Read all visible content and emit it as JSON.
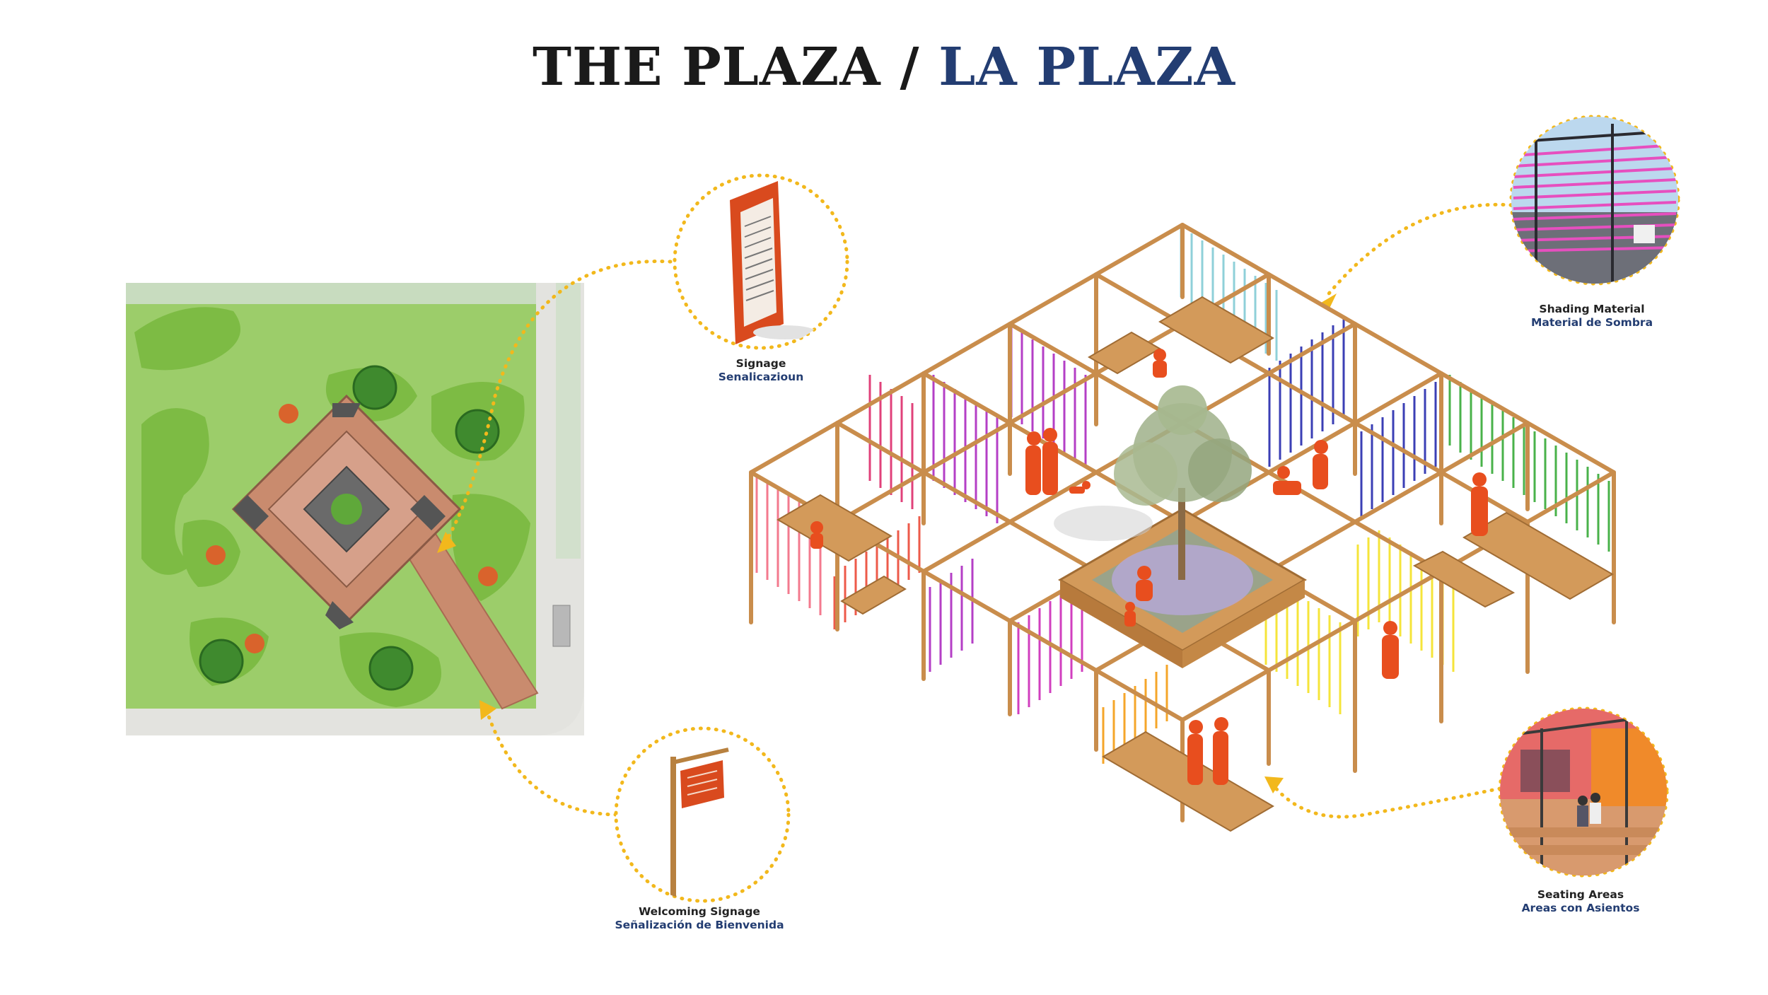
{
  "title": {
    "en": "THE PLAZA",
    "separator": "/",
    "es": "LA PLAZA"
  },
  "callouts": [
    {
      "id": "signage",
      "en": "Signage",
      "es": "Senalicazioun"
    },
    {
      "id": "welcoming-signage",
      "en": "Welcoming Signage",
      "es": "Señalización de Bienvenida"
    },
    {
      "id": "shading-material",
      "en": "Shading Material",
      "es": "Material de Sombra"
    },
    {
      "id": "seating-areas",
      "en": "Seating Areas",
      "es": "Areas con Asientos"
    }
  ],
  "colors": {
    "title_english": "#1a1a1a",
    "title_spanish": "#233d72",
    "callout_dots": "#f2b81c",
    "timber": "#c98d4c",
    "figures": "#e84e1e",
    "grass": "#8cc152",
    "paving": "#c98b6e"
  },
  "icons": [
    "sign-panel-icon",
    "welcome-sign-icon",
    "pink-canopy-photo",
    "seating-photo",
    "tree-icon"
  ]
}
